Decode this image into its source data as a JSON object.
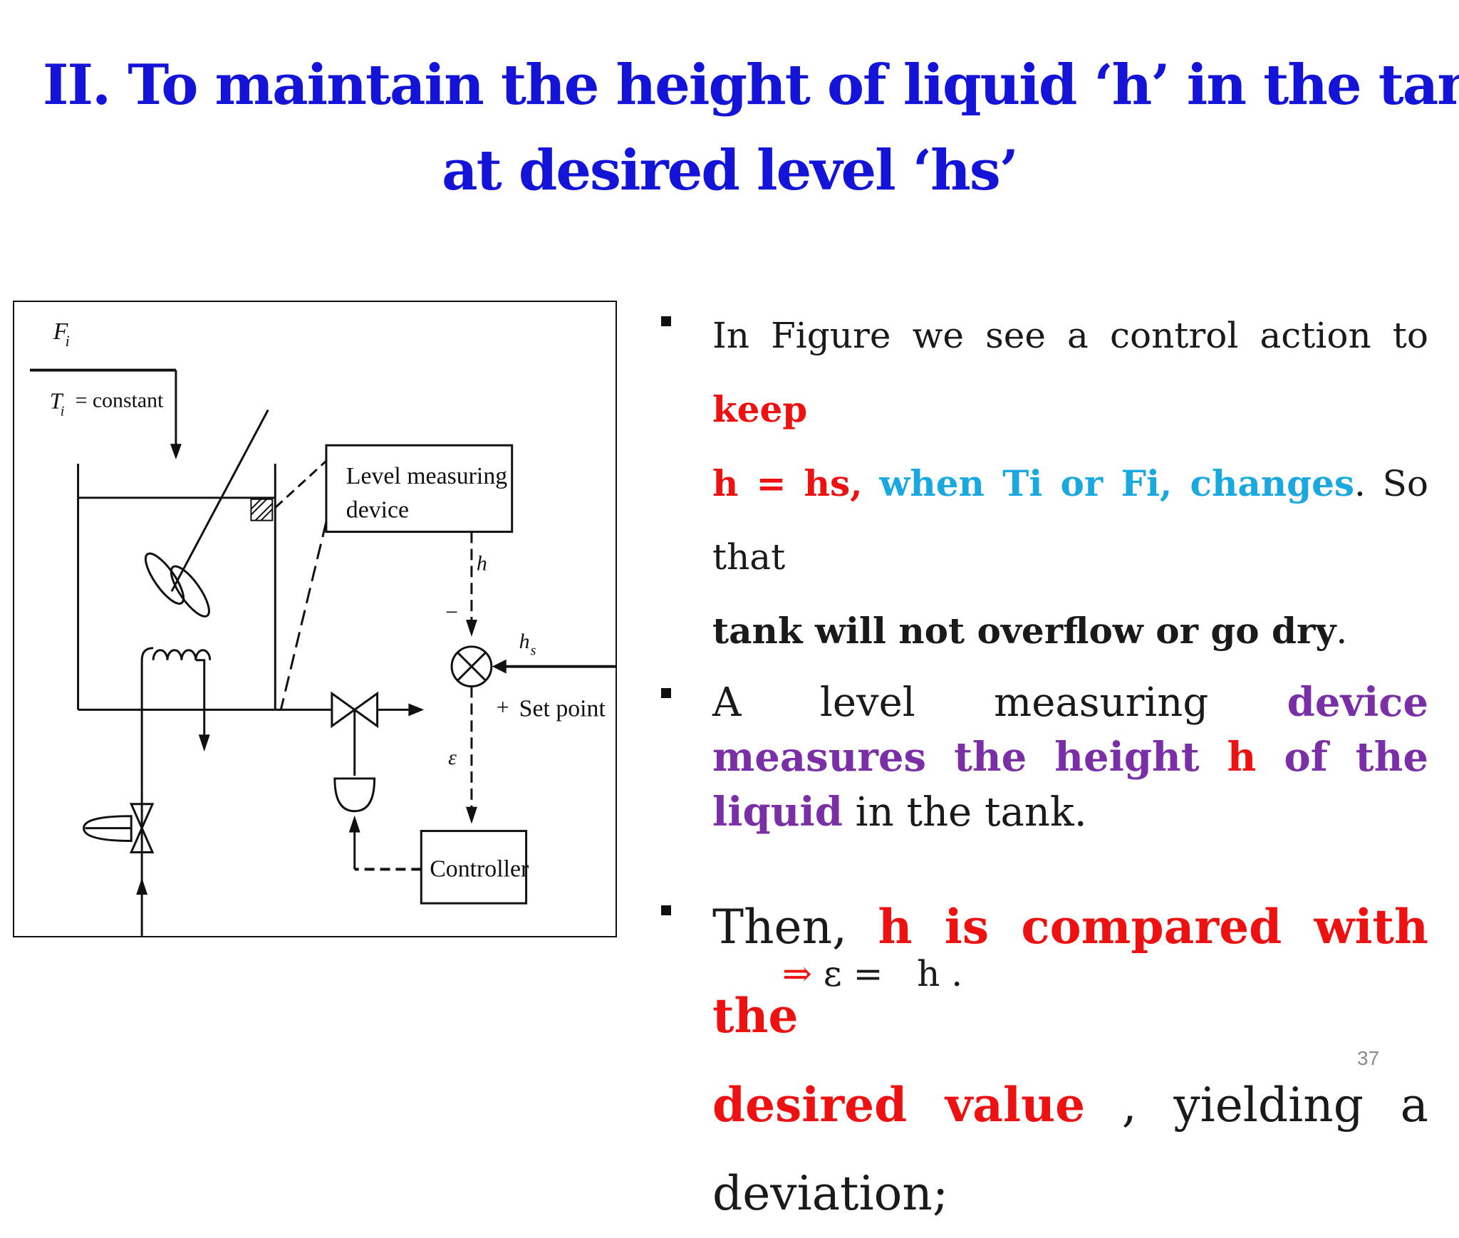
{
  "title": {
    "line1": "II. To maintain the height of liquid ‘h’ in the tank",
    "line2": "at desired level ‘hs’"
  },
  "figure": {
    "label_fi": "F",
    "label_fi_sub": "i",
    "label_ti": "T",
    "label_ti_sub": "i",
    "label_ti_rest": "= constant",
    "level_device_line1": "Level measuring",
    "level_device_line2": "device",
    "label_h": "h",
    "label_minus": "−",
    "label_hs": "h",
    "label_hs_sub": "s",
    "label_plus": "+",
    "label_setpoint": "Set point",
    "label_epsilon": "ε",
    "controller": "Controller"
  },
  "bullets": {
    "b1": {
      "l1_prefix": "In Figure we see a control action to ",
      "l1_keep": "keep",
      "l2_h": "h = hs,",
      "l2_when": "when Ti or Fi, changes",
      "l2_suffix": ". So that",
      "l3_bold": "tank will not overflow or go dry",
      "l3_end": "."
    },
    "b2": {
      "prefix": "A level measuring ",
      "purple1": "device measures the height ",
      "red_h": "h",
      "purple2": " of the liquid",
      "suffix": " in the tank."
    },
    "b3": {
      "prefix": "Then, ",
      "red1": "h is compared with the",
      "red2": "desired value",
      "mid": " ,  yielding  a",
      "end": "deviation;"
    }
  },
  "equation": {
    "arrow": "⇒",
    "text": " ε =   h ."
  },
  "page_number": "37",
  "colors": {
    "title": "#1414d9",
    "red": "#ee1111",
    "cyan": "#1aa8e0",
    "purple": "#7a2fa6"
  }
}
